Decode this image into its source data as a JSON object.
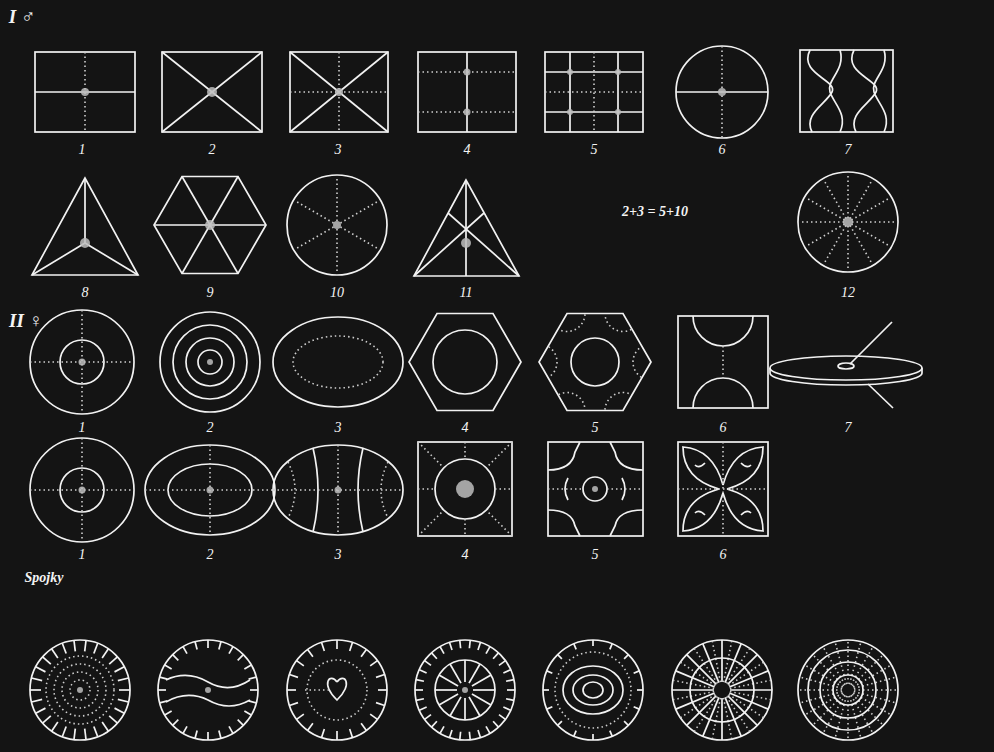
{
  "diagram": {
    "labels": [
      "I ♂",
      "1",
      "2",
      "3",
      "4",
      "5",
      "6",
      "7",
      "8",
      "9",
      "10",
      "11",
      "2+3 = 5+10",
      "12",
      "II ♀",
      "1",
      "2",
      "3",
      "4",
      "5",
      "6",
      "7",
      "1",
      "2",
      "3",
      "4",
      "5",
      "6",
      "Spojky"
    ]
  }
}
